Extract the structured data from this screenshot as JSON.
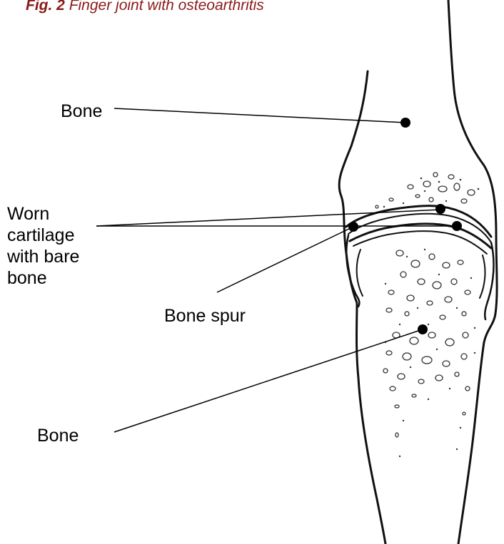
{
  "caption": {
    "number": "Fig. 2",
    "text": "Finger joint with osteoarthritis",
    "color": "#8b1a1a"
  },
  "labels": {
    "bone_top": "Bone",
    "worn_cartilage": [
      "Worn",
      "cartilage",
      "with bare",
      "bone"
    ],
    "bone_spur": "Bone spur",
    "bone_bottom": "Bone"
  }
}
